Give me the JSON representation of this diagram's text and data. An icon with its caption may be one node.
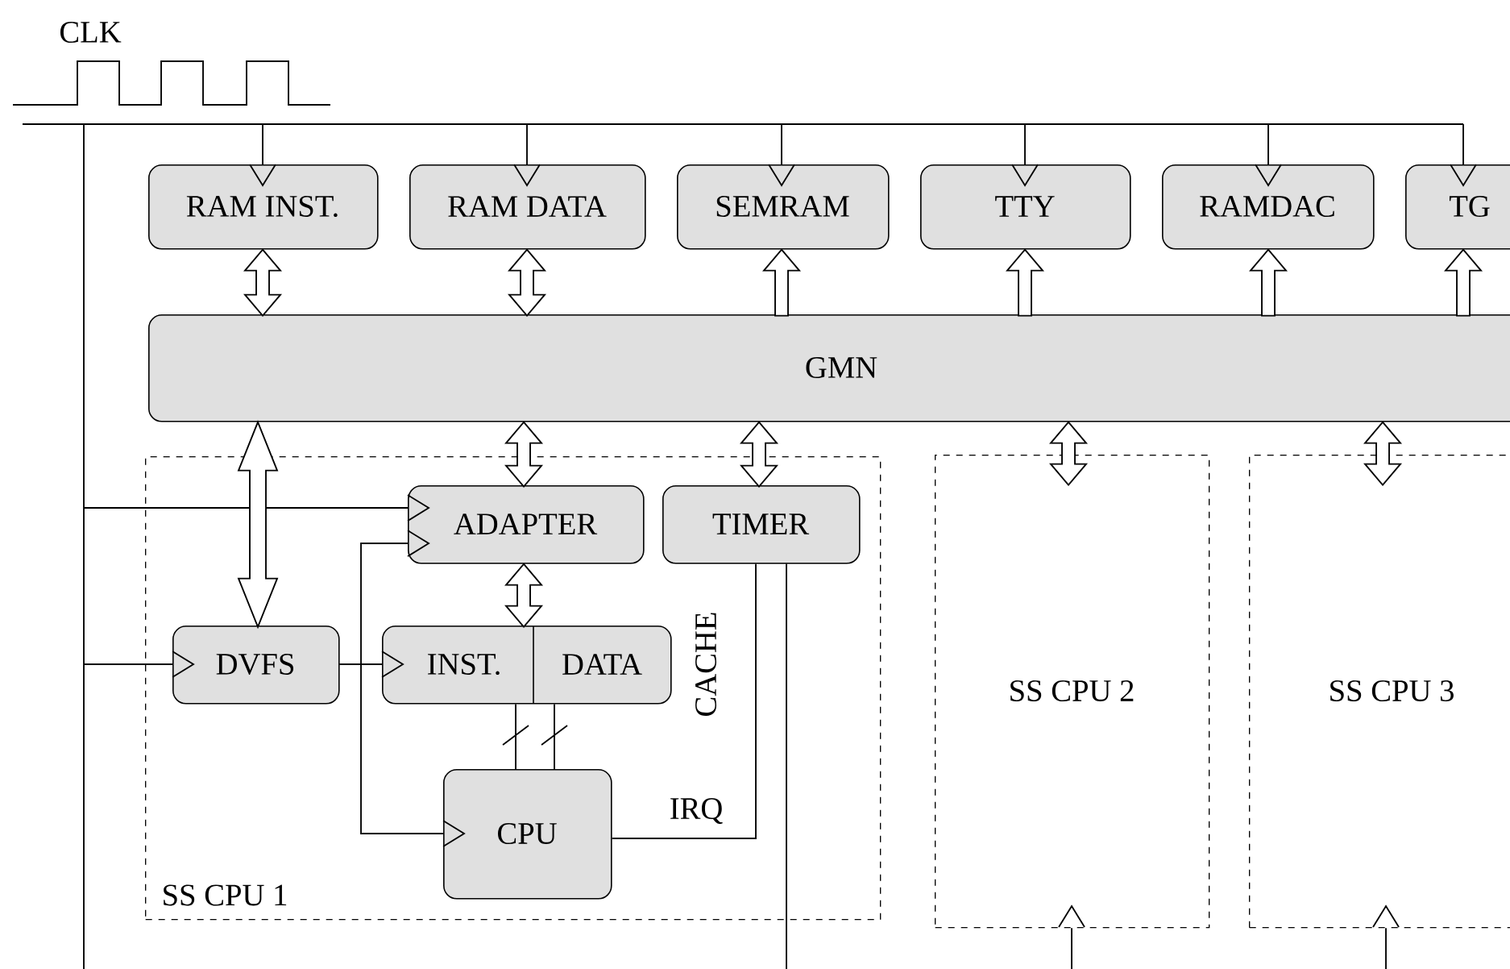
{
  "diagram": {
    "nodes": [
      {
        "text": [
          "RAM INST."
        ]
      },
      {
        "text": [
          "RAM DATA"
        ]
      },
      {
        "text": [
          "SEMRAM"
        ]
      },
      {
        "text": [
          "TTY"
        ]
      },
      {
        "text": [
          "RAMDAC"
        ]
      },
      {
        "text": [
          "TG"
        ]
      },
      {
        "text": [
          "GMN"
        ]
      },
      {
        "text": [
          "SS CPU 1"
        ]
      },
      {
        "text": [
          "ADAPTER"
        ],
        "in": 7
      },
      {
        "text": [
          "TIMER"
        ],
        "in": 7
      },
      {
        "text": [
          "INST.",
          "DATA"
        ],
        "beside": [
          "CACHE"
        ],
        "in": 7
      },
      {
        "text": [
          "DVFS"
        ],
        "in": 7
      },
      {
        "text": [
          "CPU"
        ],
        "in": 7
      },
      {
        "text": [
          "SS CPU 2"
        ]
      },
      {
        "text": [
          "SS CPU 3"
        ]
      }
    ],
    "edges": [
      {
        "from": null,
        "to": 0,
        "arrow": "to"
      },
      {
        "from": null,
        "to": 1,
        "arrow": "to"
      },
      {
        "from": null,
        "to": 2,
        "arrow": "to"
      },
      {
        "from": null,
        "to": 3,
        "arrow": "to"
      },
      {
        "from": null,
        "to": 4,
        "arrow": "to"
      },
      {
        "from": null,
        "to": 5,
        "arrow": "to"
      },
      {
        "from": null,
        "to": 8,
        "arrow": "to"
      },
      {
        "from": null,
        "to": 11,
        "arrow": "to"
      },
      {
        "from": 11,
        "to": 10,
        "arrow": "to"
      },
      {
        "from": 11,
        "to": 8,
        "arrow": "to"
      },
      {
        "from": 11,
        "to": 12,
        "arrow": "to"
      },
      {
        "from": 0,
        "to": 6,
        "arrow": "both",
        "style": "thick"
      },
      {
        "from": 1,
        "to": 6,
        "arrow": "both",
        "style": "thick"
      },
      {
        "from": 6,
        "to": 2,
        "arrow": "to",
        "style": "thick"
      },
      {
        "from": 6,
        "to": 3,
        "arrow": "to",
        "style": "thick"
      },
      {
        "from": 6,
        "to": 4,
        "arrow": "to",
        "style": "thick"
      },
      {
        "from": 6,
        "to": 5,
        "arrow": "to",
        "style": "thick"
      },
      {
        "from": 6,
        "to": 11,
        "arrow": "both",
        "style": "thick"
      },
      {
        "from": 6,
        "to": 8,
        "arrow": "both",
        "style": "thick"
      },
      {
        "from": 6,
        "to": 9,
        "arrow": "both",
        "style": "thick"
      },
      {
        "from": 6,
        "to": 13,
        "arrow": "both",
        "style": "thick"
      },
      {
        "from": 6,
        "to": 14,
        "arrow": "both",
        "style": "thick"
      },
      {
        "from": 8,
        "to": 10,
        "arrow": "both",
        "style": "thick"
      },
      {
        "from": 10,
        "to": 12,
        "arrow": "none"
      },
      {
        "from": 10,
        "to": 12,
        "arrow": "none"
      },
      {
        "from": 9,
        "to": 12,
        "arrow": "none",
        "label": "IRQ"
      },
      {
        "from": 9,
        "to": null,
        "arrow": "none"
      },
      {
        "from": null,
        "to": 13,
        "arrow": "to"
      },
      {
        "from": null,
        "to": 14,
        "arrow": "to"
      }
    ],
    "labels": [
      "CLK"
    ]
  }
}
